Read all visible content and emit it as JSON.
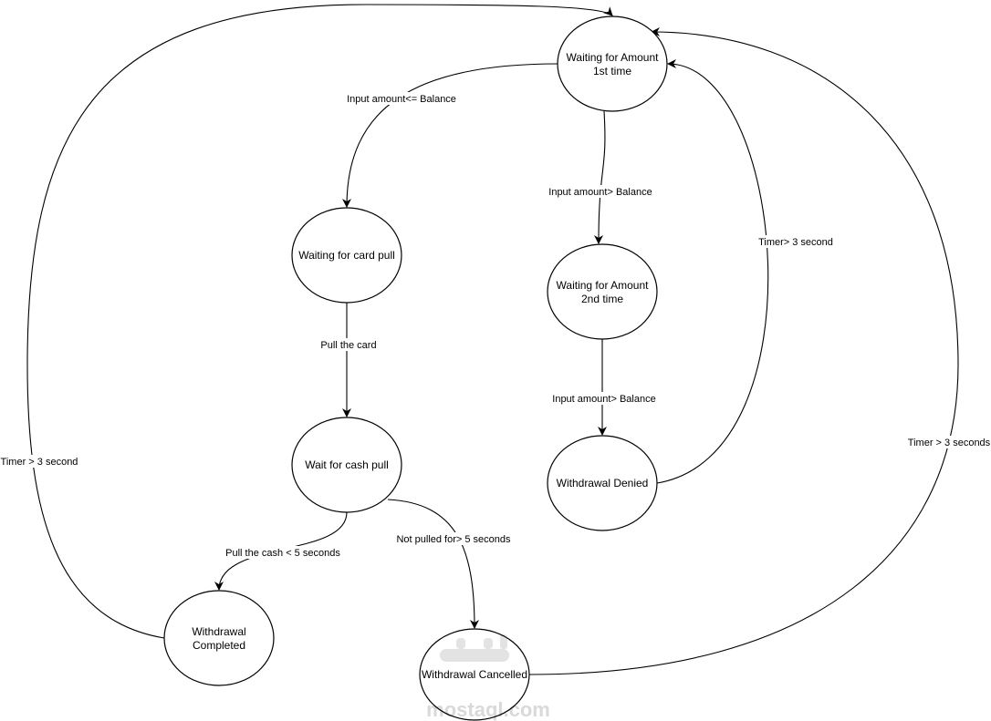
{
  "states": {
    "amount1": [
      "Waiting for Amount",
      "1st time"
    ],
    "card_pull": [
      "Waiting for card pull"
    ],
    "cash_pull": [
      "Wait for cash pull"
    ],
    "amount2": [
      "Waiting for Amount",
      "2nd time"
    ],
    "denied": [
      "Withdrawal Denied"
    ],
    "completed": [
      "Withdrawal",
      "Completed"
    ],
    "cancelled": [
      "Withdrawal Cancelled"
    ]
  },
  "transitions": {
    "completed_to_amount1": "Timer > 3 second",
    "amount1_to_card_pull": "Input amount<= Balance",
    "amount1_to_amount2": "Input amount> Balance",
    "card_pull_to_cash_pull": "Pull the card",
    "amount2_to_denied": "Input amount> Balance",
    "denied_to_amount1": "Timer> 3 second",
    "cash_pull_to_completed": "Pull the cash < 5 seconds",
    "cash_pull_to_cancelled": "Not pulled for> 5 seconds",
    "cancelled_to_amount1": "Timer > 3 seconds"
  },
  "watermark": "mostaql.com"
}
